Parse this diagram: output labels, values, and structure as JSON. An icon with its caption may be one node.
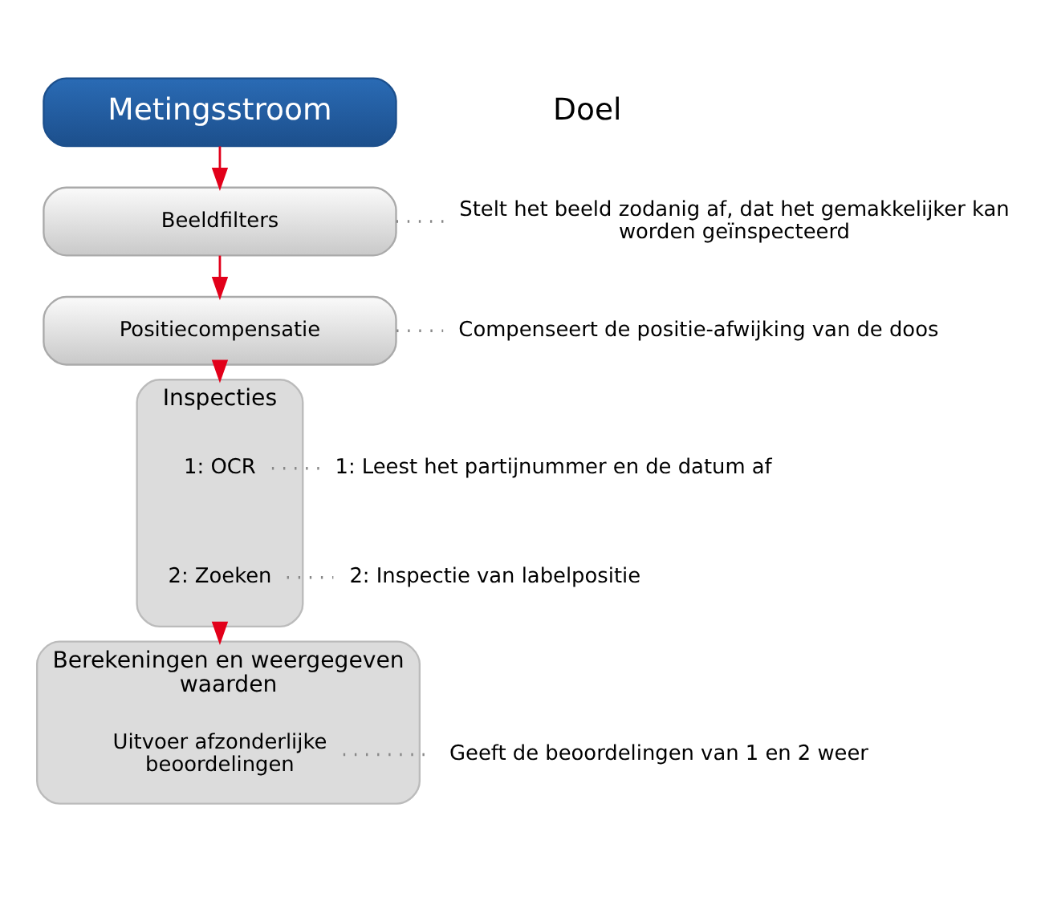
{
  "diagram": {
    "nodes": [
      {
        "text": [
          "Metingsstroom"
        ]
      },
      {
        "text": [
          "Beeldfilters"
        ]
      },
      {
        "text": [
          "Positiecompensatie"
        ]
      },
      {
        "text": [
          "Inspecties"
        ]
      },
      {
        "text": [
          "1: OCR"
        ],
        "in": 3
      },
      {
        "text": [
          "2: Zoeken"
        ],
        "in": 3
      },
      {
        "text": [
          "Berekeningen en weergegeven waarden"
        ]
      },
      {
        "text": [
          "Uitvoer afzonderlijke beoordelingen"
        ],
        "in": 6
      },
      {
        "text": [
          "Stelt het beeld zodanig af, dat het gemakkelijker kan worden geïnspecteerd"
        ]
      },
      {
        "text": [
          "Compenseert de positie-afwijking van de doos"
        ]
      },
      {
        "text": [
          "1: Leest het partijnummer en de datum af"
        ]
      },
      {
        "text": [
          "2: Inspectie van labelpositie"
        ]
      },
      {
        "text": [
          "Geeft de beoordelingen van 1 en 2 weer"
        ]
      }
    ],
    "edges": [
      {
        "from": 0,
        "to": 1,
        "arrow": "to",
        "color": "#e2001a"
      },
      {
        "from": 1,
        "to": 2,
        "arrow": "to",
        "color": "#e2001a"
      },
      {
        "from": 2,
        "to": 3,
        "arrow": "to",
        "color": "#e2001a"
      },
      {
        "from": 3,
        "to": 6,
        "arrow": "to",
        "color": "#e2001a"
      },
      {
        "from": 1,
        "to": 8,
        "arrow": "none",
        "style": "dashed"
      },
      {
        "from": 2,
        "to": 9,
        "arrow": "none",
        "style": "dashed"
      },
      {
        "from": 4,
        "to": 10,
        "arrow": "none",
        "style": "dashed"
      },
      {
        "from": 5,
        "to": 11,
        "arrow": "none",
        "style": "dashed"
      },
      {
        "from": 7,
        "to": 12,
        "arrow": "none",
        "style": "dashed"
      }
    ],
    "labels": [
      "Doel"
    ]
  }
}
